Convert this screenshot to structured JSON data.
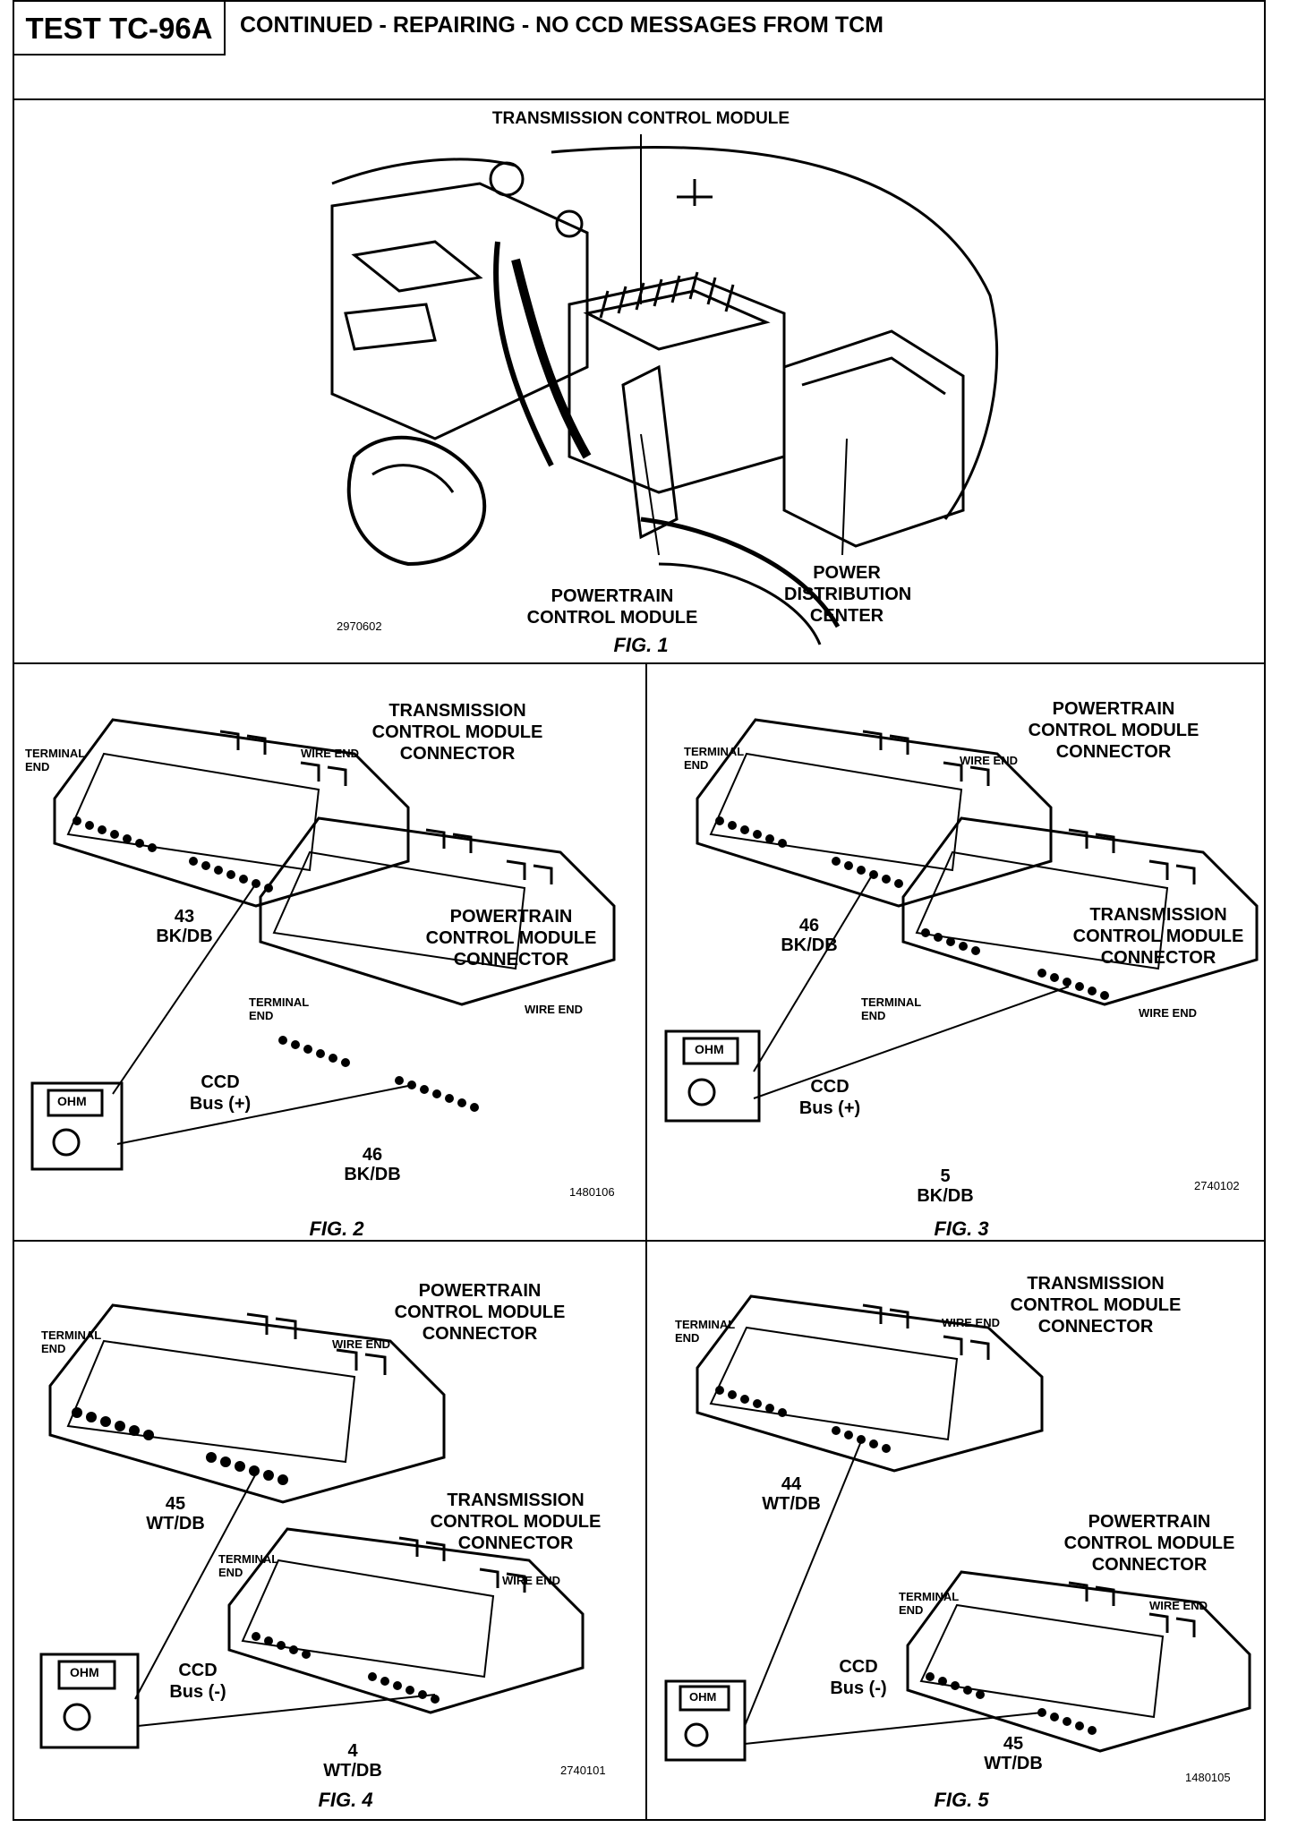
{
  "header": {
    "test_id": "TEST TC-96A",
    "title": "CONTINUED - REPAIRING - NO CCD MESSAGES FROM TCM"
  },
  "fig1": {
    "caption": "FIG. 1",
    "label_tcm": "TRANSMISSION CONTROL MODULE",
    "label_pcm": "POWERTRAIN CONTROL MODULE",
    "label_pdc": "POWER DISTRIBUTION CENTER",
    "part_no": "2970602"
  },
  "fig2": {
    "caption": "FIG. 2",
    "top_connector": "TRANSMISSION CONTROL MODULE CONNECTOR",
    "bottom_connector": "POWERTRAIN CONTROL MODULE CONNECTOR",
    "terminal_end": "TERMINAL END",
    "wire_end": "WIRE END",
    "top_pin": "43",
    "top_wire": "BK/DB",
    "bottom_pin": "46",
    "bottom_wire": "BK/DB",
    "bus": "CCD Bus (+)",
    "meter": "OHM",
    "part_no": "1480106"
  },
  "fig3": {
    "caption": "FIG. 3",
    "top_connector": "POWERTRAIN CONTROL MODULE CONNECTOR",
    "bottom_connector": "TRANSMISSION CONTROL MODULE CONNECTOR",
    "terminal_end": "TERMINAL END",
    "wire_end": "WIRE END",
    "top_pin": "46",
    "top_wire": "BK/DB",
    "bottom_pin": "5",
    "bottom_wire": "BK/DB",
    "bus": "CCD Bus (+)",
    "meter": "OHM",
    "part_no": "2740102"
  },
  "fig4": {
    "caption": "FIG. 4",
    "top_connector": "POWERTRAIN CONTROL MODULE CONNECTOR",
    "bottom_connector": "TRANSMISSION CONTROL MODULE CONNECTOR",
    "terminal_end": "TERMINAL END",
    "wire_end": "WIRE END",
    "top_pin": "45",
    "top_wire": "WT/DB",
    "bottom_pin": "4",
    "bottom_wire": "WT/DB",
    "bus": "CCD Bus (-)",
    "meter": "OHM",
    "part_no": "2740101"
  },
  "fig5": {
    "caption": "FIG. 5",
    "top_connector": "TRANSMISSION CONTROL MODULE CONNECTOR",
    "bottom_connector": "POWERTRAIN CONTROL MODULE CONNECTOR",
    "terminal_end": "TERMINAL END",
    "wire_end": "WIRE END",
    "top_pin": "44",
    "top_wire": "WT/DB",
    "bottom_pin": "45",
    "bottom_wire": "WT/DB",
    "bus": "CCD Bus (-)",
    "meter": "OHM",
    "part_no": "1480105"
  }
}
